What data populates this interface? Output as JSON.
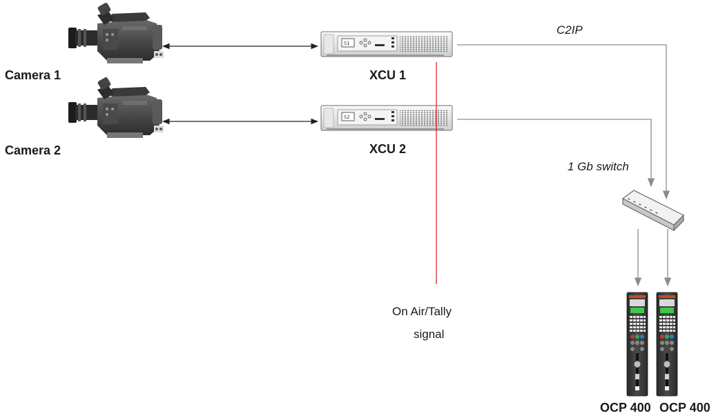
{
  "cameras": [
    {
      "label": "Camera 1"
    },
    {
      "label": "Camera 2"
    }
  ],
  "xcus": [
    {
      "label": "XCU 1",
      "display": "S1"
    },
    {
      "label": "XCU 2",
      "display": "S2"
    }
  ],
  "network": {
    "c2ip_label": "C2IP",
    "switch_label": "1 Gb switch"
  },
  "tally": {
    "line1": "On Air/Tally",
    "line2": "signal"
  },
  "panels": [
    {
      "label": "OCP 400"
    },
    {
      "label": "OCP 400"
    }
  ],
  "colors": {
    "tally_line": "#d9262c",
    "network_line": "#8c8c8c",
    "link_line": "#222222",
    "panel_display": "#3fc84a",
    "camera_body": "#3d3d3d"
  },
  "icons": [
    "camera-icon",
    "xcu-unit-icon",
    "network-switch-icon",
    "ocp-panel-icon"
  ]
}
